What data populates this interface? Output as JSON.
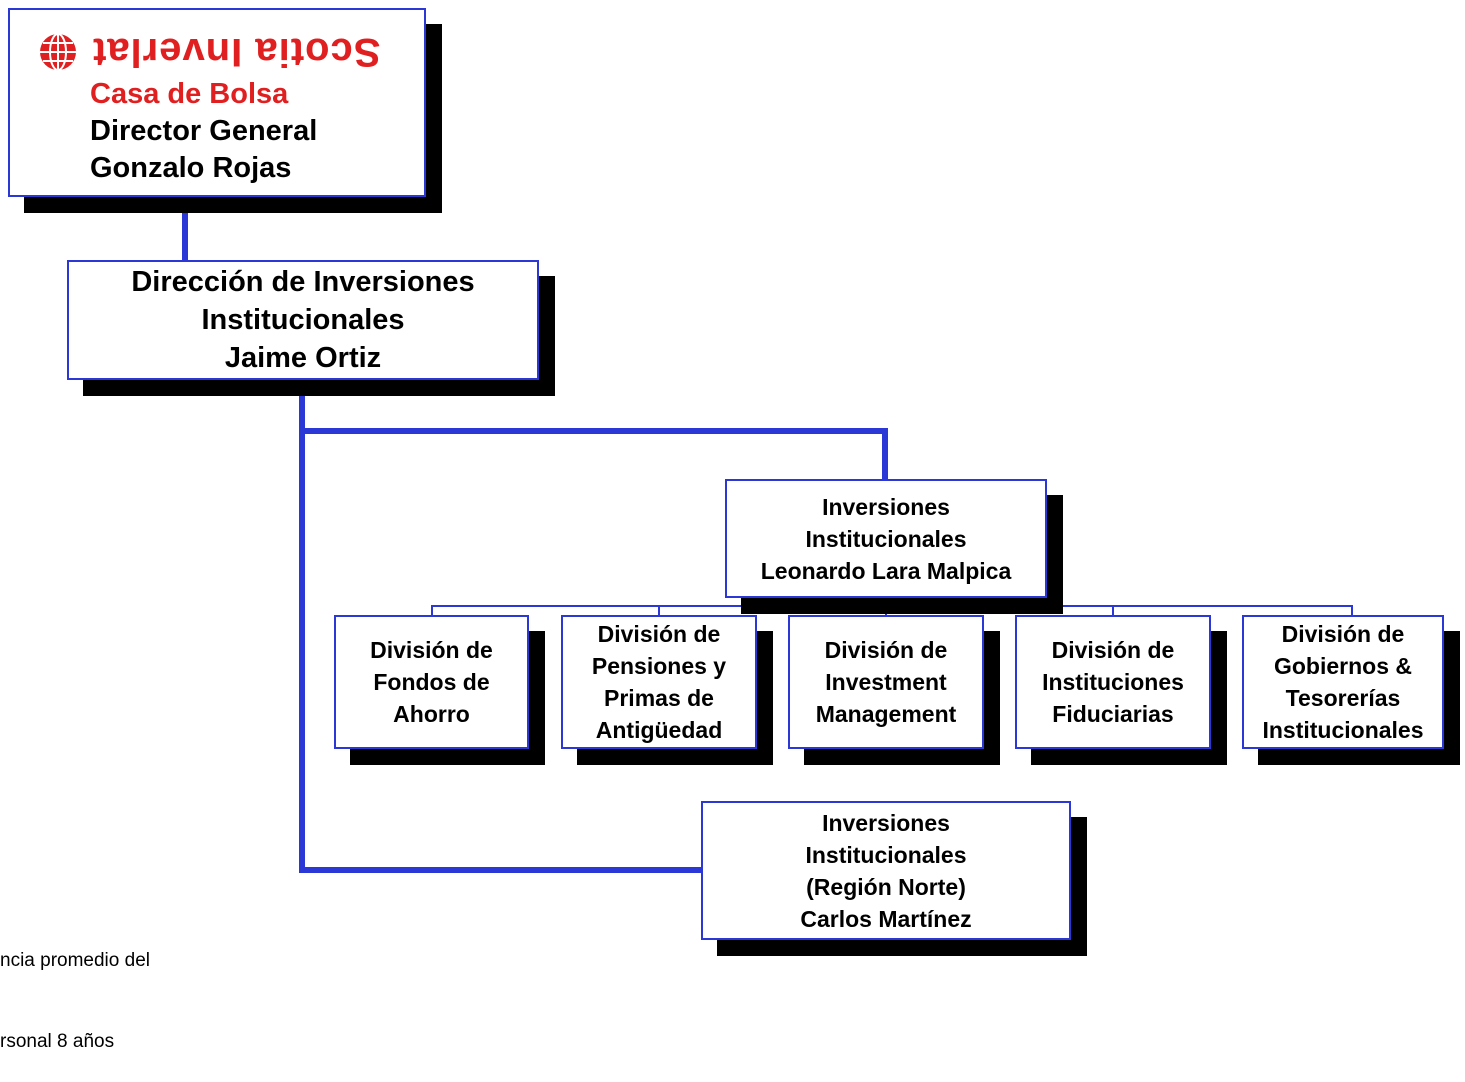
{
  "top_box": {
    "logo_text": "Scotia Inverlat",
    "company": "Casa de Bolsa",
    "role": "Director General",
    "name": "Gonzalo Rojas"
  },
  "direction_box": {
    "line1": "Dirección de Inversiones",
    "line2": "Institucionales",
    "name": "Jaime Ortiz"
  },
  "institutional_box": {
    "line1": "Inversiones",
    "line2": "Institucionales",
    "name": "Leonardo Lara Malpica"
  },
  "divisions": [
    {
      "lines": [
        "División de",
        "Fondos de",
        "Ahorro"
      ]
    },
    {
      "lines": [
        "División de",
        "Pensiones y",
        "Primas de",
        "Antigüedad"
      ]
    },
    {
      "lines": [
        "División de",
        "Investment",
        "Management"
      ]
    },
    {
      "lines": [
        "División de",
        "Instituciones",
        "Fiduciarias"
      ]
    },
    {
      "lines": [
        "División de",
        "Gobiernos &",
        "Tesorerías",
        "Institucionales"
      ]
    }
  ],
  "north_box": {
    "line1": "Inversiones",
    "line2": "Institucionales",
    "line3": "(Región Norte)",
    "name": "Carlos Martínez"
  },
  "footnote": {
    "line1": "ncia promedio del",
    "line2": "rsonal 8 años"
  },
  "colors": {
    "connector": "#2b38d6",
    "company_red": "#e02020",
    "shadow": "#000000"
  }
}
